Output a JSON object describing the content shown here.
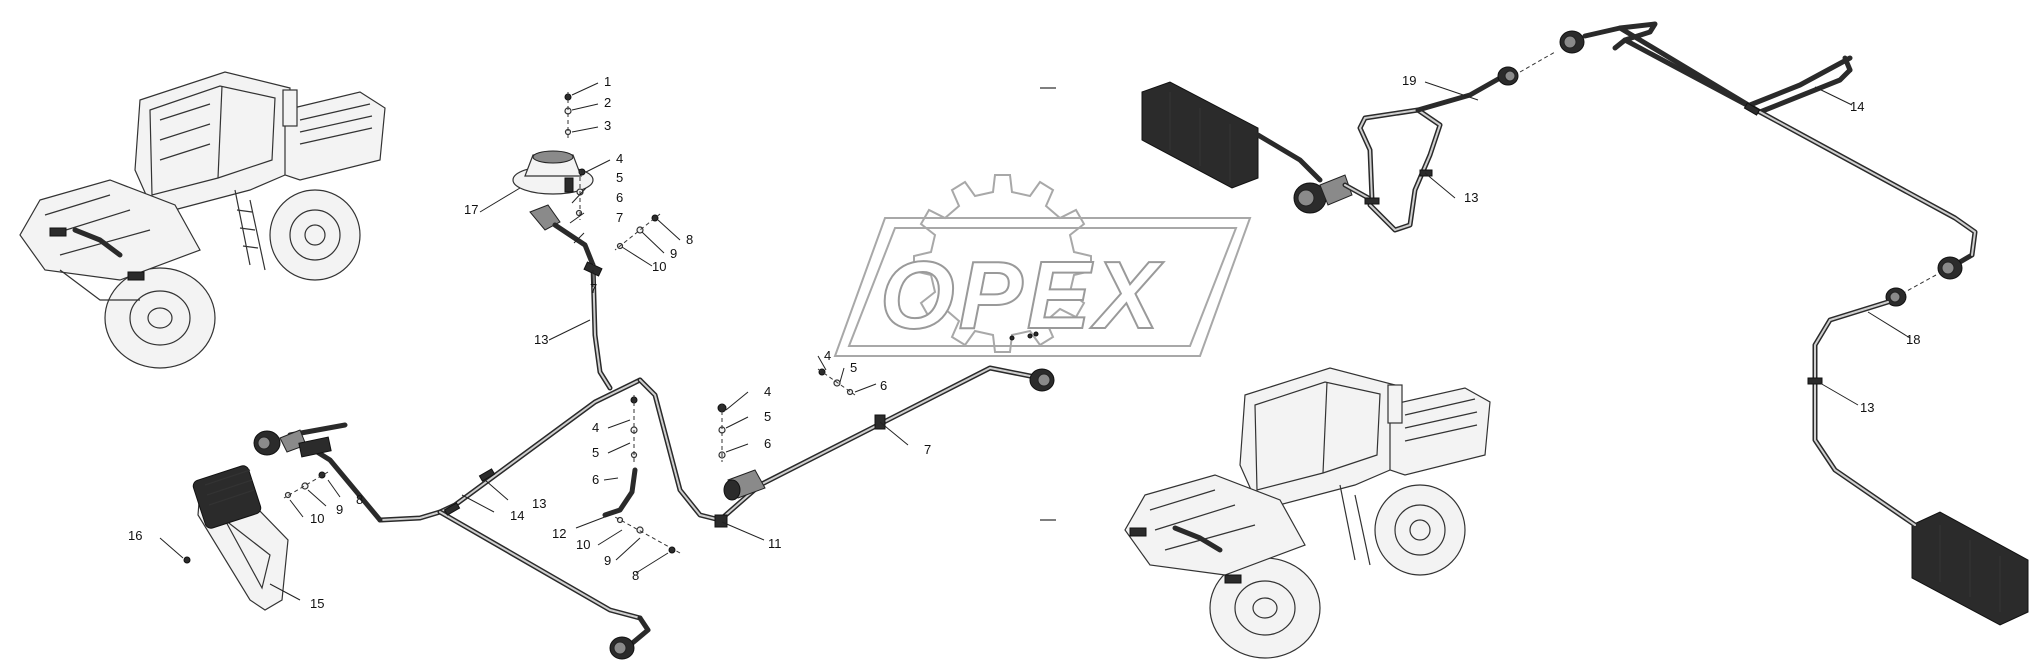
{
  "watermark": {
    "text": "OPEX"
  },
  "callouts": [
    {
      "id": "c1",
      "text": "1"
    },
    {
      "id": "c2",
      "text": "2"
    },
    {
      "id": "c3",
      "text": "3"
    },
    {
      "id": "c4a",
      "text": "4"
    },
    {
      "id": "c5a",
      "text": "5"
    },
    {
      "id": "c6a",
      "text": "6"
    },
    {
      "id": "c7a",
      "text": "7"
    },
    {
      "id": "c8a",
      "text": "8"
    },
    {
      "id": "c9a",
      "text": "9"
    },
    {
      "id": "c10a",
      "text": "10"
    },
    {
      "id": "c7b",
      "text": "7"
    },
    {
      "id": "c17",
      "text": "17"
    },
    {
      "id": "c13a",
      "text": "13"
    },
    {
      "id": "c4b",
      "text": "4"
    },
    {
      "id": "c5b",
      "text": "5"
    },
    {
      "id": "c6b",
      "text": "6"
    },
    {
      "id": "c7c",
      "text": "7"
    },
    {
      "id": "c4c",
      "text": "4"
    },
    {
      "id": "c5c",
      "text": "5"
    },
    {
      "id": "c6c",
      "text": "6"
    },
    {
      "id": "c4d",
      "text": "4"
    },
    {
      "id": "c5d",
      "text": "5"
    },
    {
      "id": "c6d",
      "text": "6"
    },
    {
      "id": "c12",
      "text": "12"
    },
    {
      "id": "c10b",
      "text": "10"
    },
    {
      "id": "c9b",
      "text": "9"
    },
    {
      "id": "c8b",
      "text": "8"
    },
    {
      "id": "c11",
      "text": "11"
    },
    {
      "id": "c13b",
      "text": "13"
    },
    {
      "id": "c14a",
      "text": "14"
    },
    {
      "id": "c8c",
      "text": "8"
    },
    {
      "id": "c9c",
      "text": "9"
    },
    {
      "id": "c10c",
      "text": "10"
    },
    {
      "id": "c16",
      "text": "16"
    },
    {
      "id": "c15",
      "text": "15"
    },
    {
      "id": "c19",
      "text": "19"
    },
    {
      "id": "c14b",
      "text": "14"
    },
    {
      "id": "c13c",
      "text": "13"
    },
    {
      "id": "c18",
      "text": "18"
    },
    {
      "id": "c13d",
      "text": "13"
    }
  ]
}
